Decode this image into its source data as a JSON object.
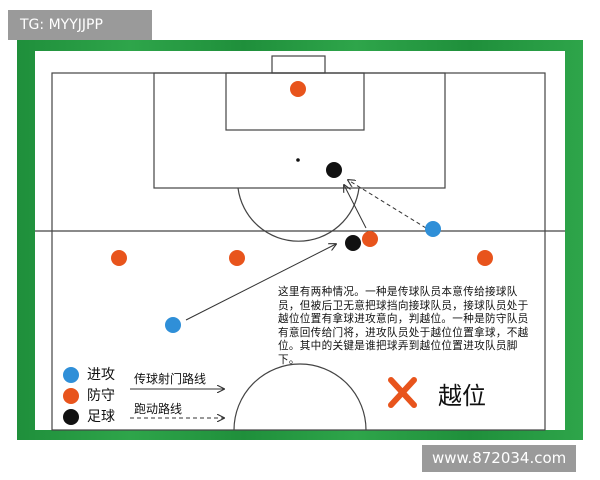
{
  "watermark": "TG: MYYJJPP",
  "site": "www.872034.com",
  "description": "这里有两种情况。一种是传球队员本意传给接球队员，但被后卫无意把球挡向接球队员，接球队员处于越位位置有拿球进攻意向，判越位。一种是防守队员有意回传给门将，进攻队员处于越位位置拿球，不越位。其中的关键是谁把球弄到越位位置进攻队员脚下。",
  "legend": {
    "attack": "进攻",
    "defend": "防守",
    "ball": "足球",
    "pass_line": "传球射门路线",
    "run_line": "跑动路线"
  },
  "offside": "越位",
  "colors": {
    "attack": "#2f8fd8",
    "defend": "#e8541c",
    "ball": "#111111",
    "offside_x": "#e8541c",
    "pitch_green": "#2a9a45"
  }
}
